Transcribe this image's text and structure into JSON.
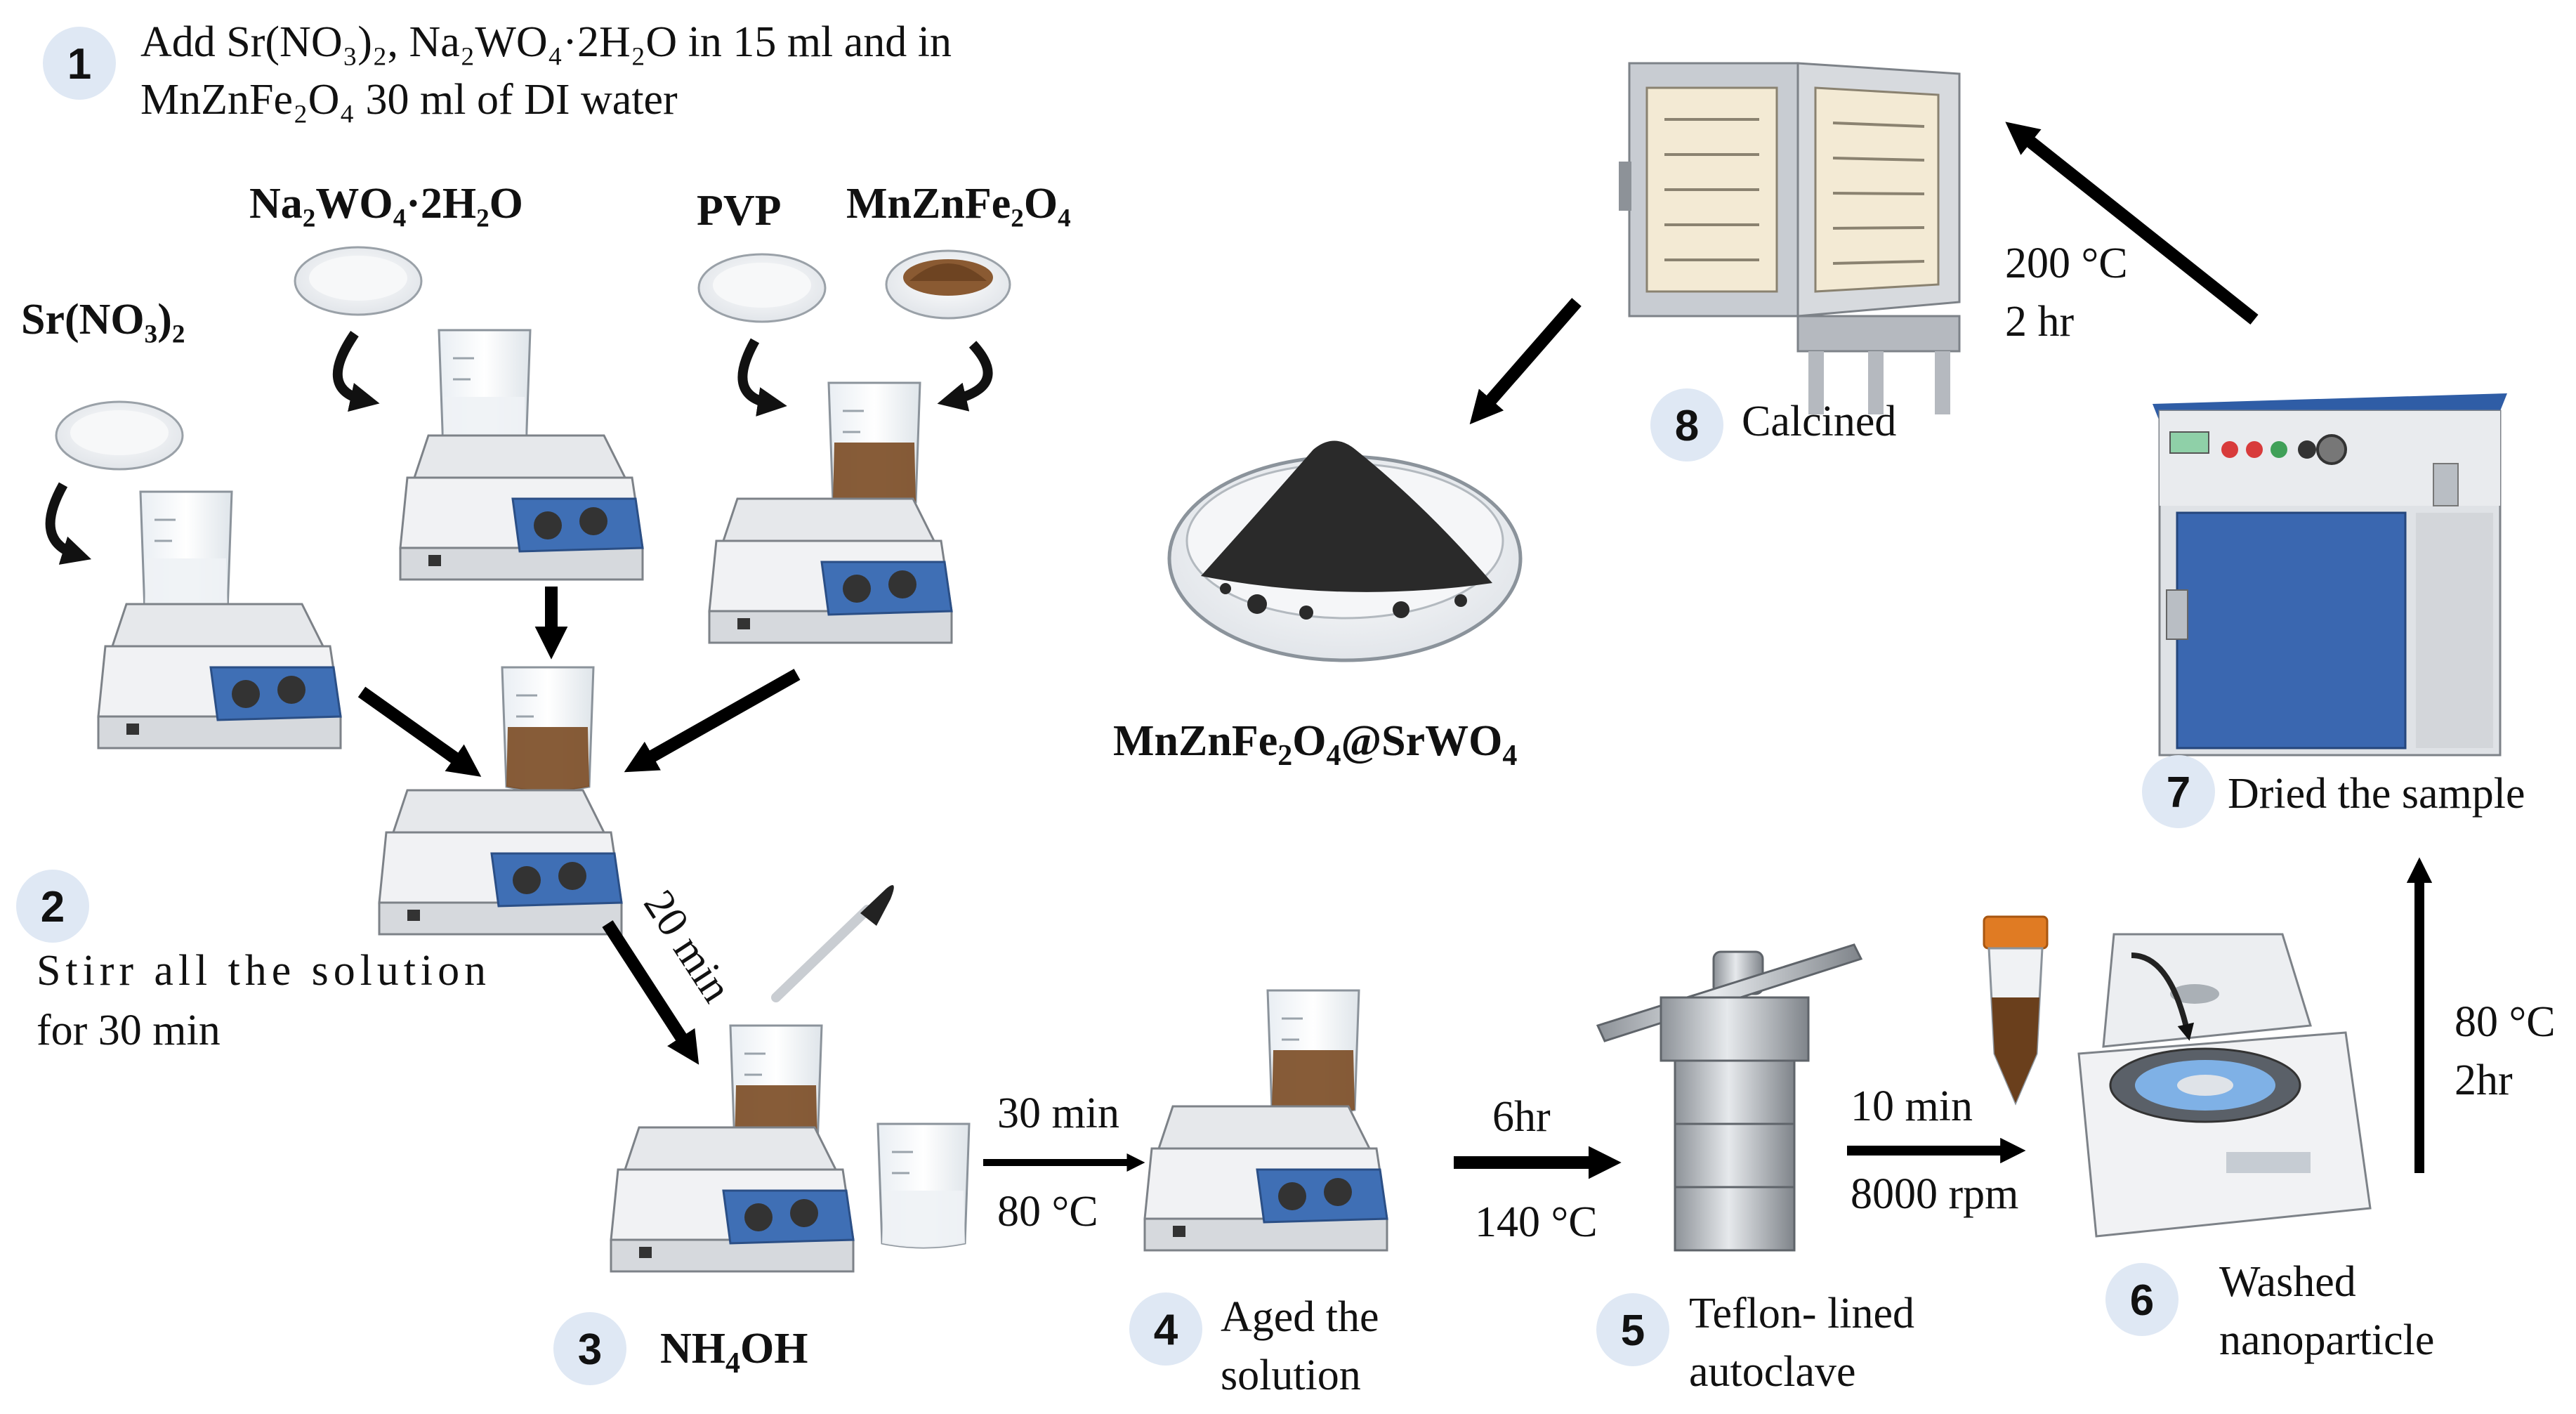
{
  "steps": [
    {
      "num": "1",
      "lines": [
        "Add Sr(NO₃)₂, Na₂WO₄·2H₂O in 15 ml and in",
        "MnZnFe₂O₄ 30 ml of DI water"
      ]
    },
    {
      "num": "2",
      "lines": [
        "Stirr all the solution",
        "for 30 min"
      ]
    },
    {
      "num": "3",
      "label_main": "NH",
      "label_sub": "4",
      "label_tail": "OH"
    },
    {
      "num": "4",
      "lines": [
        "Aged the",
        "solution"
      ]
    },
    {
      "num": "5",
      "lines": [
        "Teflon- lined",
        "autoclave"
      ]
    },
    {
      "num": "6",
      "lines": [
        "Washed",
        "nanoparticle"
      ]
    },
    {
      "num": "7",
      "lines": [
        "Dried the sample"
      ]
    },
    {
      "num": "8",
      "lines": [
        "Calcined"
      ]
    }
  ],
  "reagents": {
    "sr": "Sr(NO₃)₂",
    "na": "Na₂WO₄·2H₂O",
    "pvp": "PVP",
    "mnzn": "MnZnFe₂O₄"
  },
  "conditions": {
    "stir_time": "20 min",
    "age_time": "30 min",
    "age_temp": "80 °C",
    "hydro_time": "6hr",
    "hydro_temp": "140 °C",
    "cent_time": "10 min",
    "cent_speed": "8000 rpm",
    "dry_temp": "80 °C",
    "dry_time": "2hr",
    "calc_temp": "200 °C",
    "calc_time": "2 hr"
  },
  "product": {
    "p1": "MnZnFe",
    "s1": "2",
    "p2": "O",
    "s2": "4",
    "p3": "@SrWO",
    "s3": "4"
  },
  "colors": {
    "badge": "#dfe8f4",
    "plate_blue": "#3f6fb5",
    "solution_brown": "#7a4a22",
    "powder_black": "#2a2a2a",
    "oven_blue": "#3a67b0",
    "furnace_grey": "#c8ccd2"
  }
}
